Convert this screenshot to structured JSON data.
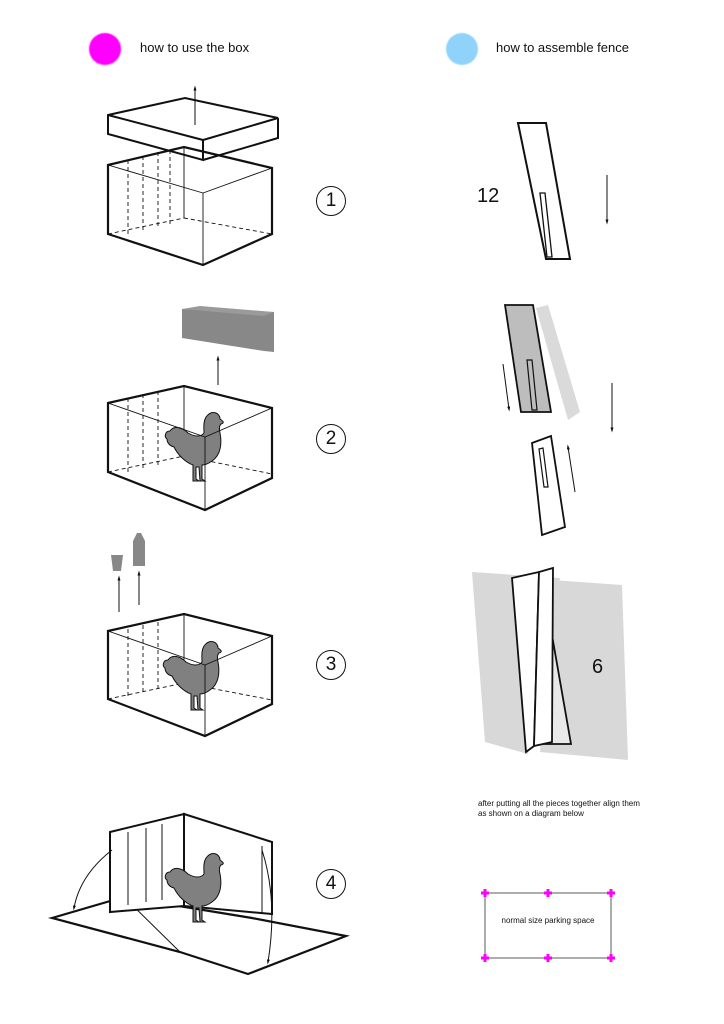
{
  "legend": {
    "use_label": "how to use the box",
    "use_color": "#ff00ff",
    "assemble_label": "how to assemble fence",
    "assemble_color": "#8fd3fb"
  },
  "steps": [
    "1",
    "2",
    "3",
    "4"
  ],
  "fence": {
    "count_a": "12",
    "count_b": "6",
    "instruction": "after putting all the pieces together align them as shown on a diagram below",
    "parking_label": "normal size parking space",
    "marker_color": "#ff00ff"
  },
  "colors": {
    "line": "#111111",
    "gray_block": "#888888",
    "silhouette": "#808080",
    "fence_panel": "#d8d8d8"
  },
  "icons": [
    "chicken-silhouette",
    "cup-icon",
    "bottle-icon",
    "arrow"
  ]
}
